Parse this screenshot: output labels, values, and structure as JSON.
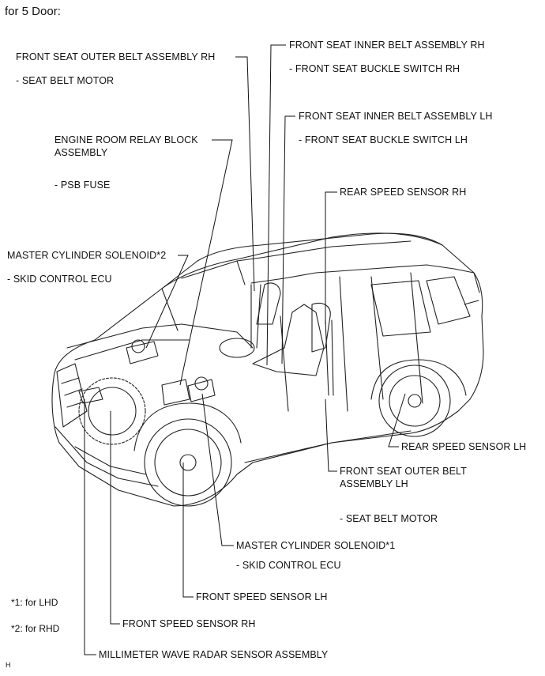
{
  "title": "for 5 Door:",
  "labels": {
    "front_outer_belt_rh": "FRONT SEAT OUTER BELT ASSEMBLY RH",
    "front_outer_belt_rh_sub": "- SEAT BELT MOTOR",
    "front_inner_belt_rh": "FRONT SEAT INNER BELT ASSEMBLY RH",
    "front_inner_belt_rh_sub": "- FRONT SEAT BUCKLE SWITCH RH",
    "front_inner_belt_lh": "FRONT SEAT INNER BELT ASSEMBLY LH",
    "front_inner_belt_lh_sub": "- FRONT SEAT BUCKLE SWITCH LH",
    "engine_relay_line1": "ENGINE ROOM RELAY BLOCK",
    "engine_relay_line2": "ASSEMBLY",
    "engine_relay_sub": "- PSB FUSE",
    "rear_speed_rh": "REAR SPEED SENSOR RH",
    "master_cyl_2": "MASTER CYLINDER SOLENOID*2",
    "master_cyl_2_sub": "- SKID CONTROL ECU",
    "rear_speed_lh": "REAR SPEED SENSOR LH",
    "front_outer_belt_lh_line1": "FRONT SEAT OUTER BELT",
    "front_outer_belt_lh_line2": "ASSEMBLY LH",
    "front_outer_belt_lh_sub": "- SEAT BELT MOTOR",
    "master_cyl_1": "MASTER CYLINDER SOLENOID*1",
    "master_cyl_1_sub": "- SKID CONTROL ECU",
    "front_speed_lh": "FRONT SPEED SENSOR LH",
    "front_speed_rh": "FRONT SPEED SENSOR RH",
    "mmw_radar": "MILLIMETER WAVE RADAR SENSOR ASSEMBLY"
  },
  "notes": {
    "note1": "*1: for LHD",
    "note2": "*2: for RHD"
  },
  "corner_mark": "H"
}
